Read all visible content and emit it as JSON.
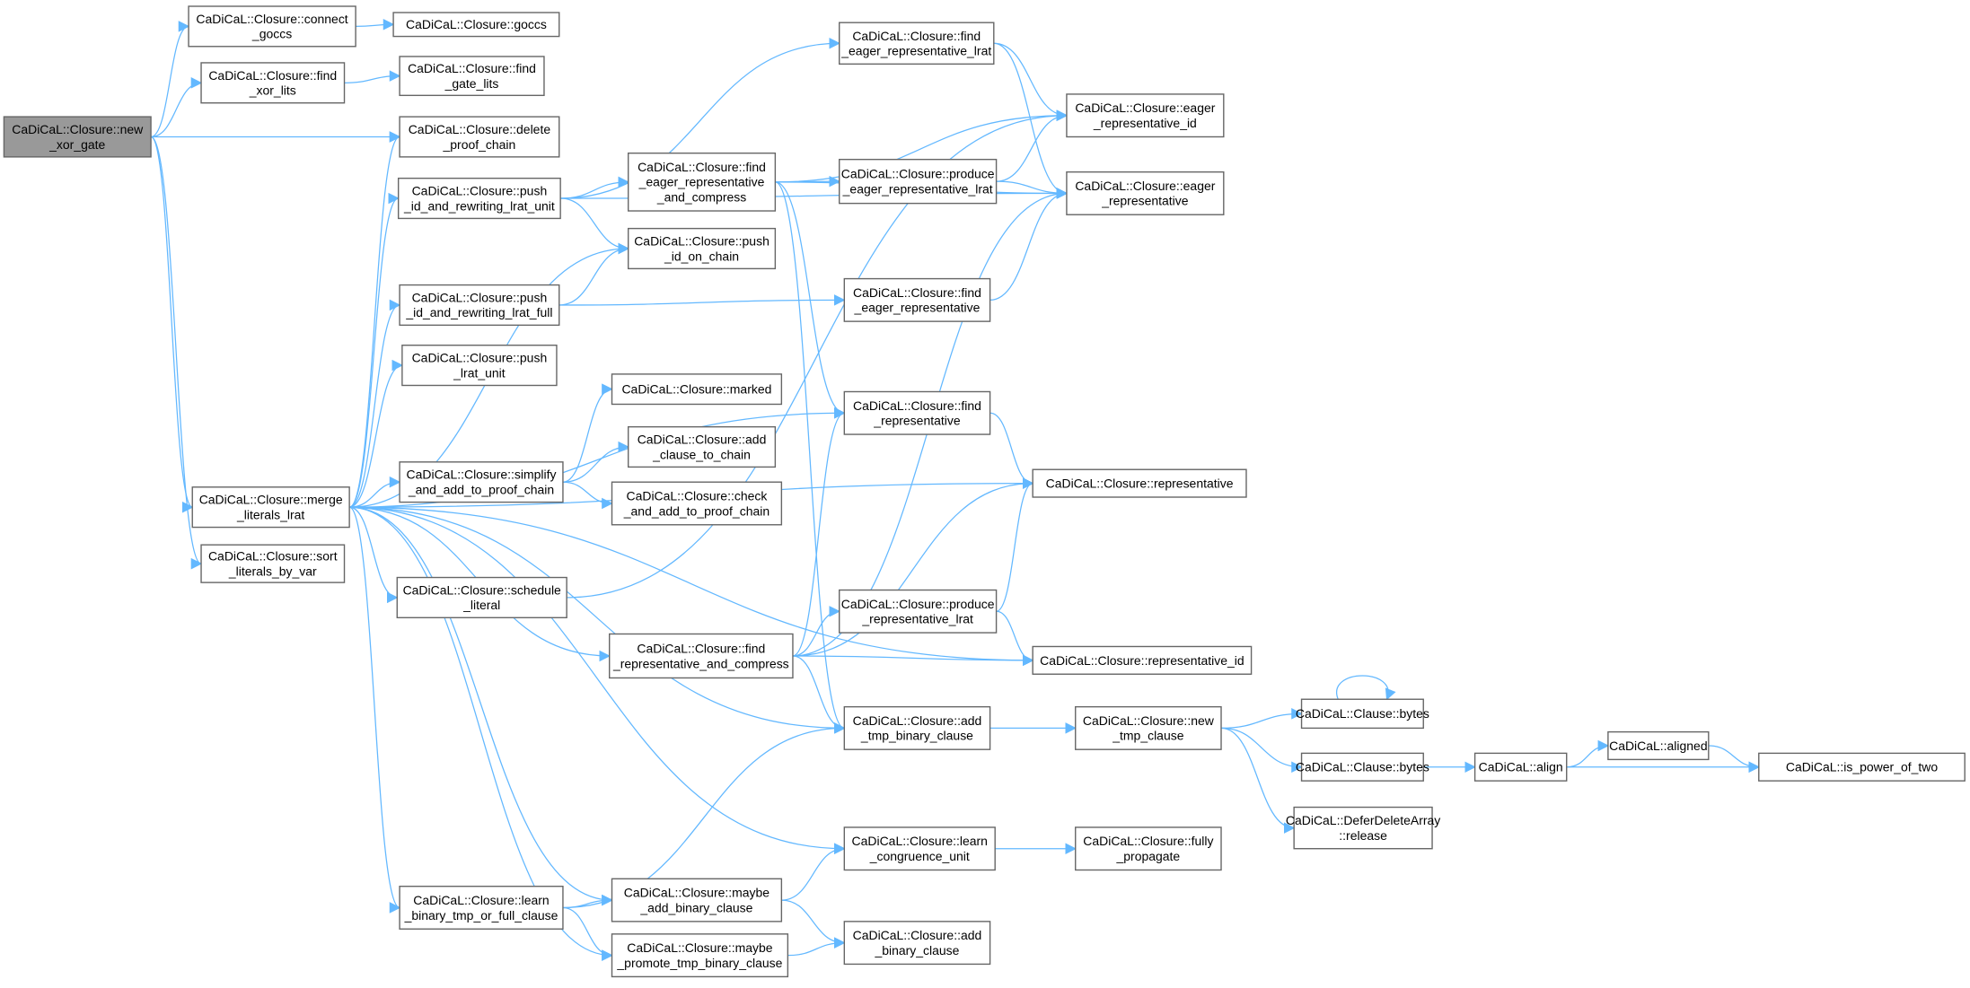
{
  "colors": {
    "edge": "#63b8ff",
    "node_border": "#666666",
    "root_fill": "#999999",
    "node_fill": "#ffffff"
  },
  "root": "new_xor_gate",
  "nodes": [
    {
      "id": "new_xor_gate",
      "lines": [
        "CaDiCaL::Closure::new",
        "_xor_gate"
      ]
    },
    {
      "id": "connect_goccs",
      "lines": [
        "CaDiCaL::Closure::connect",
        "_goccs"
      ]
    },
    {
      "id": "goccs",
      "lines": [
        "CaDiCaL::Closure::goccs"
      ]
    },
    {
      "id": "find_xor_lits",
      "lines": [
        "CaDiCaL::Closure::find",
        "_xor_lits"
      ]
    },
    {
      "id": "find_gate_lits",
      "lines": [
        "CaDiCaL::Closure::find",
        "_gate_lits"
      ]
    },
    {
      "id": "delete_proof_chain",
      "lines": [
        "CaDiCaL::Closure::delete",
        "_proof_chain"
      ]
    },
    {
      "id": "push_unit",
      "lines": [
        "CaDiCaL::Closure::push",
        "_id_and_rewriting_lrat_unit"
      ]
    },
    {
      "id": "push_full",
      "lines": [
        "CaDiCaL::Closure::push",
        "_id_and_rewriting_lrat_full"
      ]
    },
    {
      "id": "push_lrat_unit",
      "lines": [
        "CaDiCaL::Closure::push",
        "_lrat_unit"
      ]
    },
    {
      "id": "merge",
      "lines": [
        "CaDiCaL::Closure::merge",
        "_literals_lrat"
      ]
    },
    {
      "id": "sort",
      "lines": [
        "CaDiCaL::Closure::sort",
        "_literals_by_var"
      ]
    },
    {
      "id": "simplify",
      "lines": [
        "CaDiCaL::Closure::simplify",
        "_and_add_to_proof_chain"
      ]
    },
    {
      "id": "schedule",
      "lines": [
        "CaDiCaL::Closure::schedule",
        "_literal"
      ]
    },
    {
      "id": "find_eager_lrat",
      "lines": [
        "CaDiCaL::Closure::find",
        "_eager_representative_lrat"
      ]
    },
    {
      "id": "find_eager_compress",
      "lines": [
        "CaDiCaL::Closure::find",
        "_eager_representative",
        "_and_compress"
      ]
    },
    {
      "id": "produce_eager_lrat",
      "lines": [
        "CaDiCaL::Closure::produce",
        "_eager_representative_lrat"
      ]
    },
    {
      "id": "push_id_on_chain",
      "lines": [
        "CaDiCaL::Closure::push",
        "_id_on_chain"
      ]
    },
    {
      "id": "find_eager",
      "lines": [
        "CaDiCaL::Closure::find",
        "_eager_representative"
      ]
    },
    {
      "id": "marked",
      "lines": [
        "CaDiCaL::Closure::marked"
      ]
    },
    {
      "id": "add_clause_to_chain",
      "lines": [
        "CaDiCaL::Closure::add",
        "_clause_to_chain"
      ]
    },
    {
      "id": "check_and_add",
      "lines": [
        "CaDiCaL::Closure::check",
        "_and_add_to_proof_chain"
      ]
    },
    {
      "id": "find_rep",
      "lines": [
        "CaDiCaL::Closure::find",
        "_representative"
      ]
    },
    {
      "id": "eager_rep_id",
      "lines": [
        "CaDiCaL::Closure::eager",
        "_representative_id"
      ]
    },
    {
      "id": "eager_rep",
      "lines": [
        "CaDiCaL::Closure::eager",
        "_representative"
      ]
    },
    {
      "id": "representative",
      "lines": [
        "CaDiCaL::Closure::representative"
      ]
    },
    {
      "id": "produce_rep_lrat",
      "lines": [
        "CaDiCaL::Closure::produce",
        "_representative_lrat"
      ]
    },
    {
      "id": "find_rep_compress",
      "lines": [
        "CaDiCaL::Closure::find",
        "_representative_and_compress"
      ]
    },
    {
      "id": "rep_id",
      "lines": [
        "CaDiCaL::Closure::representative_id"
      ]
    },
    {
      "id": "add_tmp_binary",
      "lines": [
        "CaDiCaL::Closure::add",
        "_tmp_binary_clause"
      ]
    },
    {
      "id": "new_tmp_clause",
      "lines": [
        "CaDiCaL::Closure::new",
        "_tmp_clause"
      ]
    },
    {
      "id": "bytes1",
      "lines": [
        "CaDiCaL::Clause::bytes"
      ]
    },
    {
      "id": "bytes2",
      "lines": [
        "CaDiCaL::Clause::bytes"
      ]
    },
    {
      "id": "release",
      "lines": [
        "CaDiCaL::DeferDeleteArray",
        "::release"
      ]
    },
    {
      "id": "align",
      "lines": [
        "CaDiCaL::align"
      ]
    },
    {
      "id": "aligned",
      "lines": [
        "CaDiCaL::aligned"
      ]
    },
    {
      "id": "is_power_of_two",
      "lines": [
        "CaDiCaL::is_power_of_two"
      ]
    },
    {
      "id": "learn_congruence_unit",
      "lines": [
        "CaDiCaL::Closure::learn",
        "_congruence_unit"
      ]
    },
    {
      "id": "fully_propagate",
      "lines": [
        "CaDiCaL::Closure::fully",
        "_propagate"
      ]
    },
    {
      "id": "learn_binary",
      "lines": [
        "CaDiCaL::Closure::learn",
        "_binary_tmp_or_full_clause"
      ]
    },
    {
      "id": "maybe_add_binary",
      "lines": [
        "CaDiCaL::Closure::maybe",
        "_add_binary_clause"
      ]
    },
    {
      "id": "maybe_promote",
      "lines": [
        "CaDiCaL::Closure::maybe",
        "_promote_tmp_binary_clause"
      ]
    },
    {
      "id": "add_binary",
      "lines": [
        "CaDiCaL::Closure::add",
        "_binary_clause"
      ]
    }
  ],
  "edges": [
    [
      "new_xor_gate",
      "connect_goccs"
    ],
    [
      "new_xor_gate",
      "find_xor_lits"
    ],
    [
      "new_xor_gate",
      "delete_proof_chain"
    ],
    [
      "new_xor_gate",
      "merge"
    ],
    [
      "new_xor_gate",
      "sort"
    ],
    [
      "connect_goccs",
      "goccs"
    ],
    [
      "find_xor_lits",
      "find_gate_lits"
    ],
    [
      "push_unit",
      "find_eager_lrat"
    ],
    [
      "push_unit",
      "eager_rep"
    ],
    [
      "push_unit",
      "find_eager_compress"
    ],
    [
      "push_unit",
      "push_id_on_chain"
    ],
    [
      "push_full",
      "push_id_on_chain"
    ],
    [
      "push_full",
      "find_eager"
    ],
    [
      "merge",
      "delete_proof_chain"
    ],
    [
      "merge",
      "push_unit"
    ],
    [
      "merge",
      "push_id_on_chain"
    ],
    [
      "merge",
      "push_full"
    ],
    [
      "merge",
      "push_lrat_unit"
    ],
    [
      "merge",
      "representative"
    ],
    [
      "merge",
      "simplify"
    ],
    [
      "merge",
      "find_rep"
    ],
    [
      "merge",
      "schedule"
    ],
    [
      "merge",
      "find_rep_compress"
    ],
    [
      "merge",
      "rep_id"
    ],
    [
      "merge",
      "add_tmp_binary"
    ],
    [
      "merge",
      "learn_congruence_unit"
    ],
    [
      "merge",
      "learn_binary"
    ],
    [
      "merge",
      "maybe_add_binary"
    ],
    [
      "merge",
      "maybe_promote"
    ],
    [
      "simplify",
      "marked"
    ],
    [
      "simplify",
      "add_clause_to_chain"
    ],
    [
      "simplify",
      "check_and_add"
    ],
    [
      "schedule",
      "eager_rep_id"
    ],
    [
      "find_eager_compress",
      "eager_rep_id"
    ],
    [
      "find_eager_compress",
      "produce_eager_lrat"
    ],
    [
      "find_eager_compress",
      "eager_rep"
    ],
    [
      "find_eager_compress",
      "find_rep"
    ],
    [
      "find_eager_compress",
      "add_tmp_binary"
    ],
    [
      "find_eager_lrat",
      "eager_rep_id"
    ],
    [
      "find_eager_lrat",
      "eager_rep"
    ],
    [
      "produce_eager_lrat",
      "eager_rep_id"
    ],
    [
      "produce_eager_lrat",
      "eager_rep"
    ],
    [
      "find_eager",
      "eager_rep"
    ],
    [
      "find_rep",
      "representative"
    ],
    [
      "find_rep_compress",
      "find_rep"
    ],
    [
      "find_rep_compress",
      "eager_rep"
    ],
    [
      "find_rep_compress",
      "produce_rep_lrat"
    ],
    [
      "find_rep_compress",
      "representative"
    ],
    [
      "find_rep_compress",
      "rep_id"
    ],
    [
      "find_rep_compress",
      "add_tmp_binary"
    ],
    [
      "produce_rep_lrat",
      "representative"
    ],
    [
      "produce_rep_lrat",
      "rep_id"
    ],
    [
      "add_tmp_binary",
      "new_tmp_clause"
    ],
    [
      "new_tmp_clause",
      "bytes1"
    ],
    [
      "new_tmp_clause",
      "bytes2"
    ],
    [
      "new_tmp_clause",
      "release"
    ],
    [
      "bytes1",
      "bytes1"
    ],
    [
      "bytes2",
      "align"
    ],
    [
      "align",
      "aligned"
    ],
    [
      "align",
      "is_power_of_two"
    ],
    [
      "aligned",
      "is_power_of_two"
    ],
    [
      "learn_congruence_unit",
      "fully_propagate"
    ],
    [
      "learn_binary",
      "add_tmp_binary"
    ],
    [
      "learn_binary",
      "maybe_add_binary"
    ],
    [
      "learn_binary",
      "maybe_promote"
    ],
    [
      "maybe_add_binary",
      "learn_congruence_unit"
    ],
    [
      "maybe_add_binary",
      "add_binary"
    ],
    [
      "maybe_promote",
      "add_binary"
    ]
  ]
}
